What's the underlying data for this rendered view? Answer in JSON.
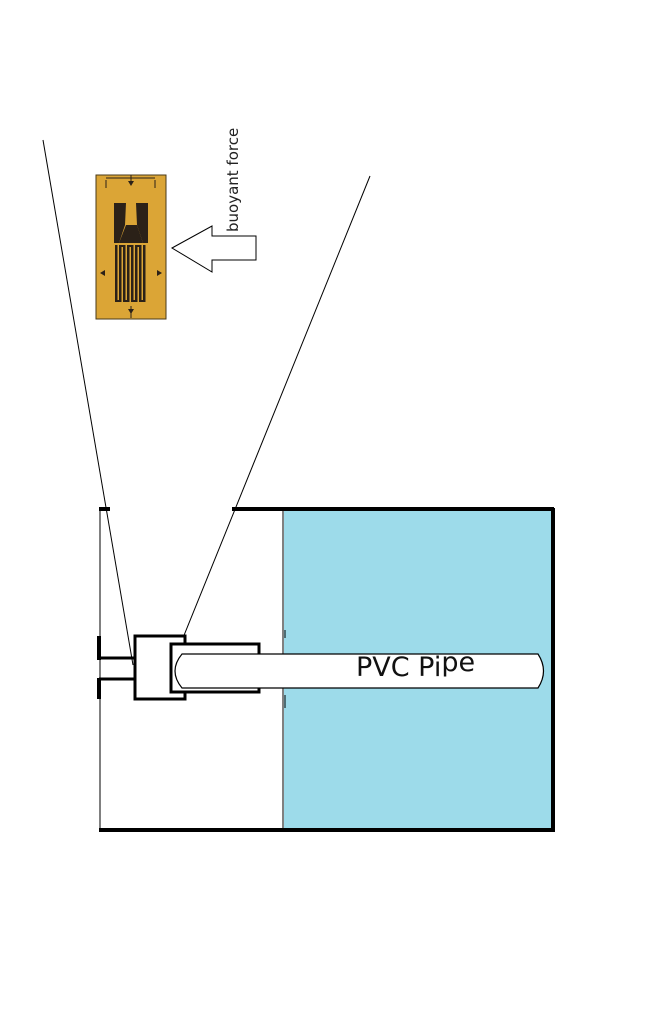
{
  "labels": {
    "force_text": "buoyant force",
    "pipe_main": "PVC Pi",
    "pipe_end": "pe"
  },
  "colors": {
    "water": "#9ddbea",
    "strain_gauge_backing": "#dba536",
    "gauge_grid": "#2b2118",
    "outline": "#000000"
  },
  "icons": {
    "force_arrow": "left-arrow-icon",
    "sensor": "strain-gauge-icon"
  }
}
